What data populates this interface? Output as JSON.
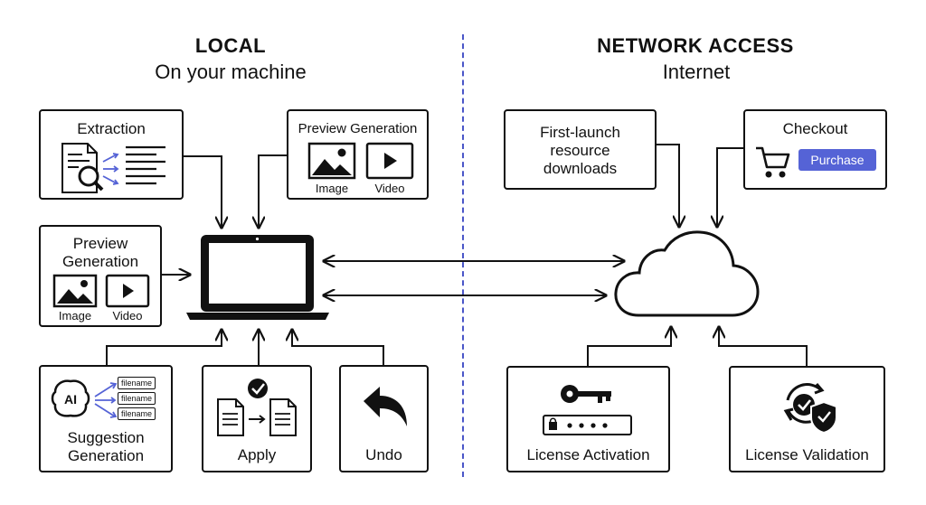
{
  "local": {
    "title": "LOCAL",
    "subtitle": "On your machine",
    "extraction": {
      "label": "Extraction",
      "icon": "document-search-icon"
    },
    "preview_top": {
      "label": "Preview Generation",
      "image_label": "Image",
      "video_label": "Video"
    },
    "preview_left": {
      "label_line1": "Preview",
      "label_line2": "Generation",
      "image_label": "Image",
      "video_label": "Video"
    },
    "suggestion": {
      "label_line1": "Suggestion",
      "label_line2": "Generation",
      "ai_badge": "AI",
      "filenames": [
        "filename",
        "filename",
        "filename"
      ]
    },
    "apply": {
      "label": "Apply"
    },
    "undo": {
      "label": "Undo"
    }
  },
  "network": {
    "title": "NETWORK ACCESS",
    "subtitle": "Internet",
    "downloads": {
      "label_line1": "First-launch",
      "label_line2": "resource",
      "label_line3": "downloads"
    },
    "checkout": {
      "label": "Checkout",
      "button_label": "Purchase"
    },
    "activation": {
      "label": "License Activation"
    },
    "validation": {
      "label": "License Validation"
    }
  },
  "colors": {
    "accent": "#5563d6",
    "divider": "#4a56c8",
    "stroke": "#111111"
  }
}
